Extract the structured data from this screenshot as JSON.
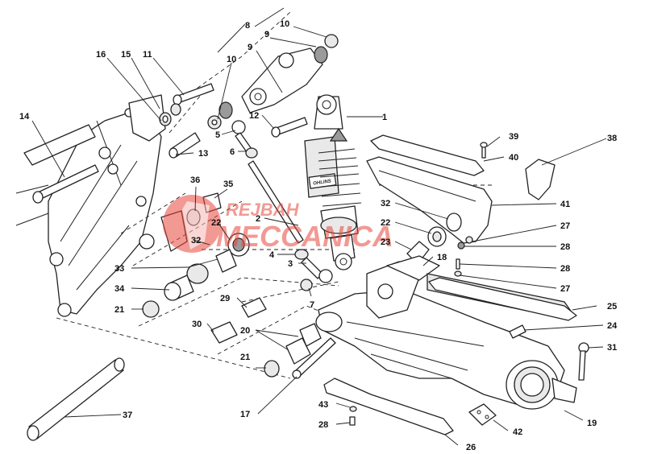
{
  "diagram": {
    "title": "Rear suspension and swingarm exploded parts diagram",
    "watermark": {
      "line1": "REJBAH",
      "line2": "MECCANICA",
      "color": "#e8473c"
    },
    "shock_brand_label": "OHLINS",
    "callouts": {
      "c1": "1",
      "c2": "2",
      "c3": "3",
      "c4": "4",
      "c5": "5",
      "c6": "6",
      "c7": "7",
      "c8": "8",
      "c9a": "9",
      "c9b": "9",
      "c10a": "10",
      "c10b": "10",
      "c11": "11",
      "c12": "12",
      "c13": "13",
      "c14": "14",
      "c15": "15",
      "c16": "16",
      "c17": "17",
      "c18": "18",
      "c19": "19",
      "c20": "20",
      "c21a": "21",
      "c21b": "21",
      "c22a": "22",
      "c22b": "22",
      "c23": "23",
      "c24": "24",
      "c25": "25",
      "c26": "26",
      "c27a": "27",
      "c27b": "27",
      "c28a": "28",
      "c28b": "28",
      "c28c": "28",
      "c29": "29",
      "c30": "30",
      "c31": "31",
      "c32a": "32",
      "c32b": "32",
      "c33": "33",
      "c34": "34",
      "c35": "35",
      "c36": "36",
      "c37": "37",
      "c38": "38",
      "c39": "39",
      "c40": "40",
      "c41": "41",
      "c42": "42",
      "c43": "43"
    }
  }
}
